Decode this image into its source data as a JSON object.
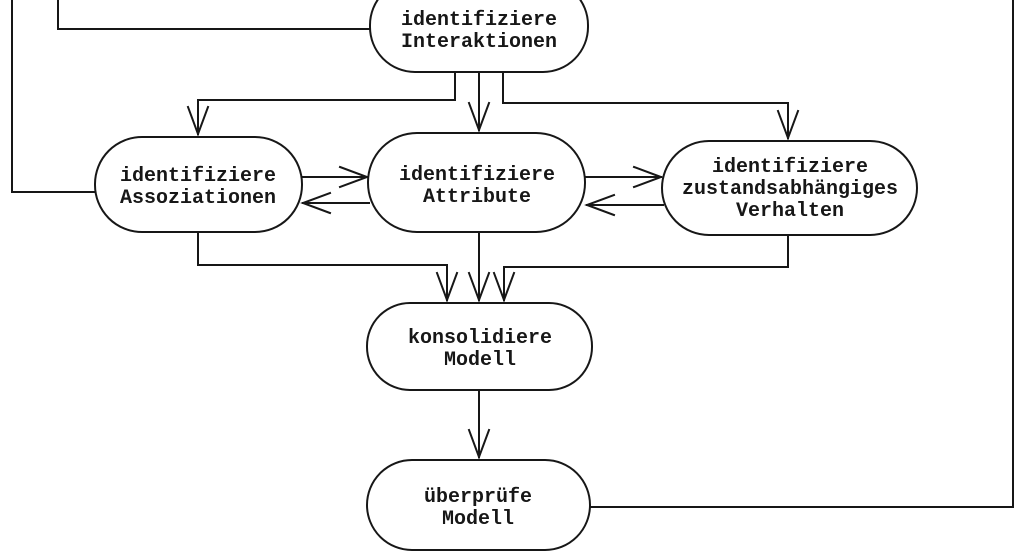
{
  "diagram": {
    "background_color": "#ffffff",
    "line_color": "#171717",
    "nodes": [
      {
        "id": "identifiziere-interaktionen",
        "lines": [
          "identifiziere",
          "Interaktionen"
        ]
      },
      {
        "id": "identifiziere-assoziationen",
        "lines": [
          "identifiziere",
          "Assoziationen"
        ]
      },
      {
        "id": "identifiziere-attribute",
        "lines": [
          "identifiziere",
          "Attribute"
        ]
      },
      {
        "id": "identifiziere-zustandsabhaengiges-verhalten",
        "lines": [
          "identifiziere",
          "zustandsabhängiges",
          "Verhalten"
        ]
      },
      {
        "id": "konsolidiere-modell",
        "lines": [
          "konsolidiere",
          "Modell"
        ]
      },
      {
        "id": "ueberpruefe-modell",
        "lines": [
          "überprüfe",
          "Modell"
        ]
      }
    ],
    "edges": [
      {
        "from": "offscreen-top-left",
        "to": "identifiziere-interaktionen",
        "arrowhead": false
      },
      {
        "from": "offscreen-top-left",
        "to": "identifiziere-assoziationen",
        "arrowhead": false
      },
      {
        "from": "ueberpruefe-modell",
        "to": "offscreen-top-right",
        "arrowhead": false
      },
      {
        "from": "identifiziere-interaktionen",
        "to": "identifiziere-assoziationen",
        "arrowhead": true
      },
      {
        "from": "identifiziere-interaktionen",
        "to": "identifiziere-attribute",
        "arrowhead": true
      },
      {
        "from": "identifiziere-interaktionen",
        "to": "identifiziere-zustandsabhaengiges-verhalten",
        "arrowhead": true
      },
      {
        "from": "identifiziere-assoziationen",
        "to": "identifiziere-attribute",
        "arrowhead": true
      },
      {
        "from": "identifiziere-attribute",
        "to": "identifiziere-assoziationen",
        "arrowhead": true
      },
      {
        "from": "identifiziere-attribute",
        "to": "identifiziere-zustandsabhaengiges-verhalten",
        "arrowhead": true
      },
      {
        "from": "identifiziere-zustandsabhaengiges-verhalten",
        "to": "identifiziere-attribute",
        "arrowhead": true
      },
      {
        "from": "identifiziere-assoziationen",
        "to": "konsolidiere-modell",
        "arrowhead": true
      },
      {
        "from": "identifiziere-attribute",
        "to": "konsolidiere-modell",
        "arrowhead": true
      },
      {
        "from": "identifiziere-zustandsabhaengiges-verhalten",
        "to": "konsolidiere-modell",
        "arrowhead": true
      },
      {
        "from": "konsolidiere-modell",
        "to": "ueberpruefe-modell",
        "arrowhead": true
      }
    ]
  }
}
